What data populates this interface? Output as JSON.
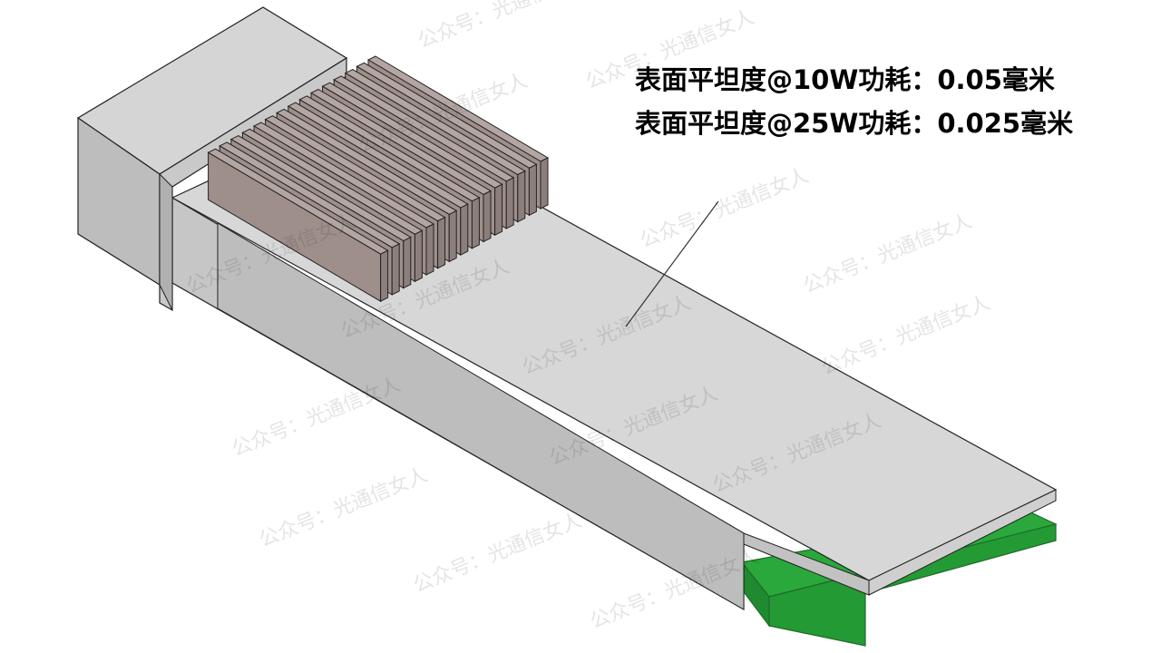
{
  "annotations": [
    {
      "text": "表面平坦度@10W功耗：0.05毫米"
    },
    {
      "text": "表面平坦度@25W功耗：0.025毫米"
    }
  ],
  "watermark": {
    "text": "公众号：光通信女人",
    "color": "#000000"
  },
  "colors": {
    "housing_top": "#d6d6d6",
    "housing_side": "#c4c4c4",
    "housing_front": "#b4b4b4",
    "heatsink_fin": "#9e8f8b",
    "pcb": "#29a83b",
    "outline": "#222222"
  }
}
